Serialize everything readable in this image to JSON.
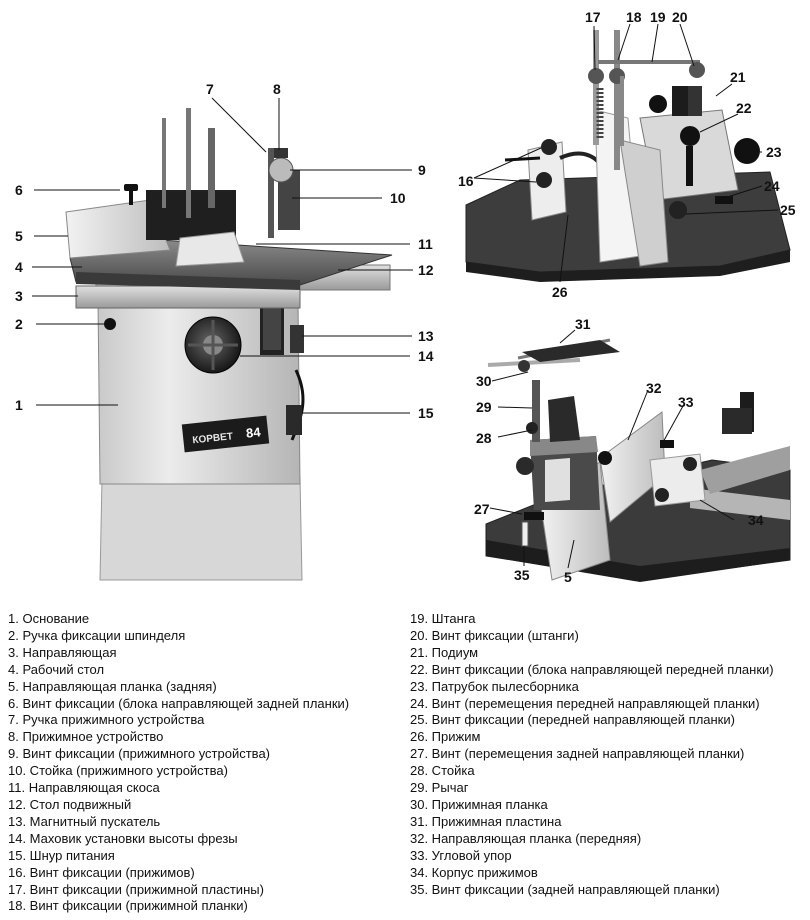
{
  "callouts": {
    "main": {
      "n1": "1",
      "n2": "2",
      "n3": "3",
      "n4": "4",
      "n5": "5",
      "n6": "6",
      "n7": "7",
      "n8": "8",
      "n9": "9",
      "n10": "10",
      "n11": "11",
      "n12": "12",
      "n13": "13",
      "n14": "14",
      "n15": "15"
    },
    "top_right": {
      "n16": "16",
      "n17": "17",
      "n18": "18",
      "n19": "19",
      "n20": "20",
      "n21": "21",
      "n22": "22",
      "n23": "23",
      "n24": "24",
      "n25": "25",
      "n26": "26"
    },
    "bottom_right": {
      "n5": "5",
      "n27": "27",
      "n28": "28",
      "n29": "29",
      "n30": "30",
      "n31": "31",
      "n32": "32",
      "n33": "33",
      "n34": "34",
      "n35": "35"
    }
  },
  "machine_label": {
    "brand": "КОРВЕТ",
    "model": "84"
  },
  "legend": {
    "left": [
      "1. Основание",
      "2. Ручка фиксации шпинделя",
      "3. Направляющая",
      "4. Рабочий стол",
      "5. Направляющая планка (задняя)",
      "6. Винт фиксации (блока направляющей задней планки)",
      "7. Ручка прижимного устройства",
      "8. Прижимное устройство",
      "9. Винт фиксации (прижимного устройства)",
      "10. Стойка (прижимного устройства)",
      "11. Направляющая скоса",
      "12. Стол подвижный",
      "13. Магнитный пускатель",
      "14. Маховик установки высоты фрезы",
      "15. Шнур питания",
      "16. Винт фиксации (прижимов)",
      "17. Винт фиксации (прижимной пластины)",
      "18. Винт фиксации (прижимной планки)"
    ],
    "right": [
      "19. Штанга",
      "20. Винт фиксации (штанги)",
      "21. Подиум",
      "22. Винт фиксации (блока направляющей передней планки)",
      "23. Патрубок пылесборника",
      "24. Винт (перемещения передней направляющей планки)",
      "25. Винт фиксации (передней направляющей планки)",
      "26. Прижим",
      "27. Винт (перемещения задней направляющей планки)",
      "28. Стойка",
      "29. Рычаг",
      "30. Прижимная планка",
      "31. Прижимная пластина",
      "32. Направляющая планка (передняя)",
      "33. Угловой упор",
      "34. Корпус прижимов",
      "35. Винт фиксации (задней направляющей планки)"
    ]
  }
}
